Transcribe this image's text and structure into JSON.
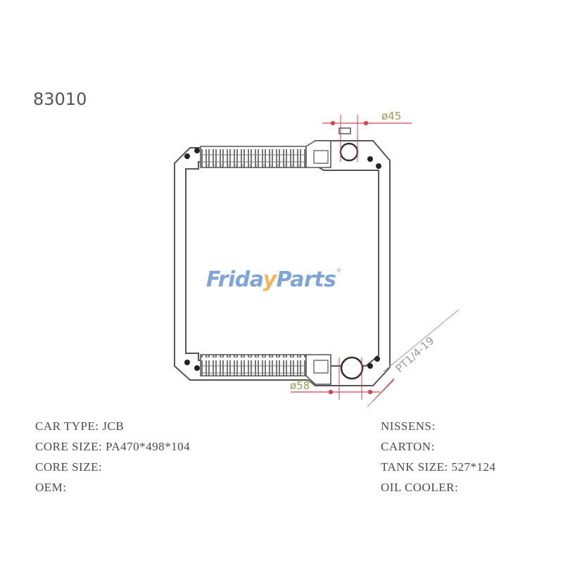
{
  "part_number": "83010",
  "watermark": {
    "part1": "Frida",
    "tick": "y",
    "part2": "Parts",
    "reg": "®"
  },
  "dimensions": {
    "top_pipe": "ø45",
    "bottom_pipe": "ø58",
    "thread": "PT1/4-19"
  },
  "specs_left": [
    {
      "label": "CAR TYPE:",
      "value": " JCB"
    },
    {
      "label": "CORE SIZE:",
      "value": " PA470*498*104"
    },
    {
      "label": "CORE SIZE:",
      "value": ""
    },
    {
      "label": "OEM:",
      "value": ""
    }
  ],
  "specs_right": [
    {
      "label": "NISSENS:",
      "value": ""
    },
    {
      "label": "CARTON:",
      "value": ""
    },
    {
      "label": "TANK SIZE:",
      "value": " 527*124"
    },
    {
      "label": "OIL COOLER:",
      "value": ""
    }
  ],
  "colors": {
    "line": "#555555",
    "dimension": "#d8434c",
    "dim_text": "#9a9a5a"
  }
}
